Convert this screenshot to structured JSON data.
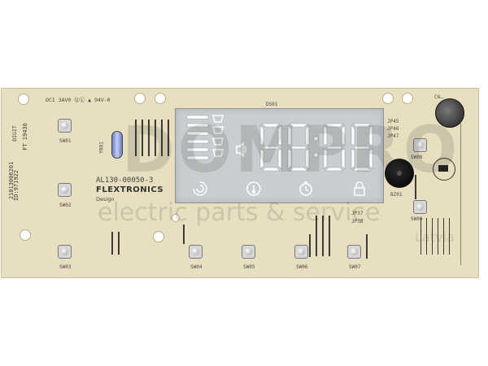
{
  "board": {
    "top_marking": "OCI 3AV0 ⓊⓁ ▲ 94V-0",
    "lcd_ref": "DS01",
    "crystal_ref": "Y001",
    "side_label": {
      "line1": "DIGIT",
      "line2": "FT 19436",
      "line3": "21013006201",
      "line4": "ID:971922"
    },
    "part_number": "AL130-00050-3",
    "brand": "FLEXTRONICS",
    "brand_sub": "Design",
    "buzzer_ref": "BZ01",
    "cap_ref": "C6…",
    "jumpers": [
      "JP45",
      "JP46",
      "JP47",
      "JP37",
      "JP38"
    ],
    "switches": [
      {
        "ref": "SW01"
      },
      {
        "ref": "SW02"
      },
      {
        "ref": "SW03"
      },
      {
        "ref": "SW04"
      },
      {
        "ref": "SW05"
      },
      {
        "ref": "SW06"
      },
      {
        "ref": "SW07"
      },
      {
        "ref": "SW08"
      },
      {
        "ref": "SW09"
      }
    ],
    "lcd_digits": "88:88"
  },
  "watermark": {
    "logo": "DOMPRO",
    "line1": "electric parts & service",
    "line2": "Latvia"
  },
  "colors": {
    "pcb": "#e7dfc0",
    "lcd": "#c9cdcf",
    "segment": "#ffffff",
    "silkscreen": "#4a4a44"
  },
  "icons": [
    "spin-icon",
    "temperature-icon",
    "timer-icon",
    "lock-icon",
    "wash-tub-icon",
    "speaker-icon"
  ]
}
